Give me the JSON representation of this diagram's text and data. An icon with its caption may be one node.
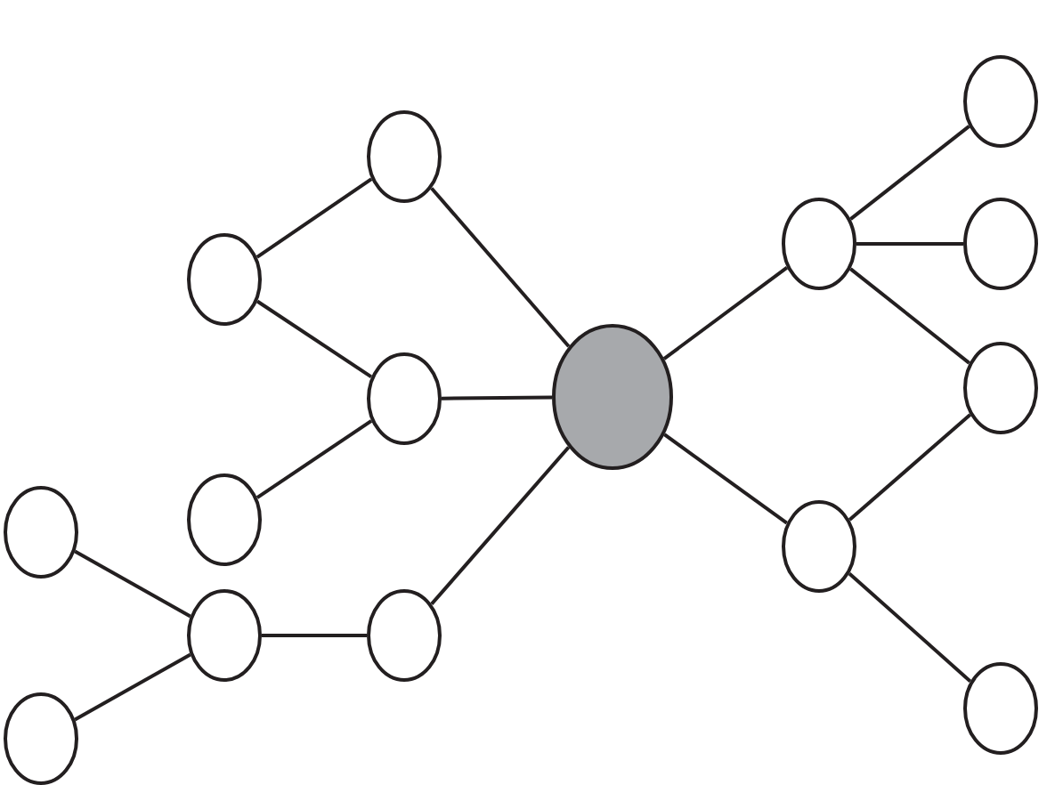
{
  "diagram": {
    "nodes": [
      {
        "text": [],
        "shape": "circle"
      },
      {
        "text": [],
        "shape": "circle"
      },
      {
        "text": [],
        "shape": "circle"
      },
      {
        "text": [],
        "shape": "circle"
      },
      {
        "text": [],
        "shape": "circle"
      },
      {
        "text": [],
        "shape": "circle"
      },
      {
        "text": [],
        "shape": "circle"
      },
      {
        "text": [],
        "shape": "circle"
      },
      {
        "text": [],
        "shape": "circle"
      },
      {
        "text": [],
        "shape": "circle"
      },
      {
        "text": [],
        "shape": "circle"
      },
      {
        "text": [],
        "shape": "circle"
      },
      {
        "text": [],
        "shape": "circle"
      },
      {
        "text": [],
        "shape": "circle"
      },
      {
        "text": [],
        "shape": "circle"
      }
    ],
    "edges": [
      {
        "from": 0,
        "to": 1,
        "arrow": "none"
      },
      {
        "from": 0,
        "to": 3,
        "arrow": "none"
      },
      {
        "from": 0,
        "to": 5,
        "arrow": "none"
      },
      {
        "from": 0,
        "to": 9,
        "arrow": "none"
      },
      {
        "from": 0,
        "to": 13,
        "arrow": "none"
      },
      {
        "from": 1,
        "to": 2,
        "arrow": "none"
      },
      {
        "from": 3,
        "to": 2,
        "arrow": "none"
      },
      {
        "from": 3,
        "to": 4,
        "arrow": "none"
      },
      {
        "from": 5,
        "to": 6,
        "arrow": "none"
      },
      {
        "from": 6,
        "to": 7,
        "arrow": "none"
      },
      {
        "from": 6,
        "to": 8,
        "arrow": "none"
      },
      {
        "from": 9,
        "to": 10,
        "arrow": "none"
      },
      {
        "from": 9,
        "to": 11,
        "arrow": "none"
      },
      {
        "from": 9,
        "to": 12,
        "arrow": "none"
      },
      {
        "from": 13,
        "to": 12,
        "arrow": "none"
      },
      {
        "from": 13,
        "to": 14,
        "arrow": "none"
      }
    ]
  }
}
